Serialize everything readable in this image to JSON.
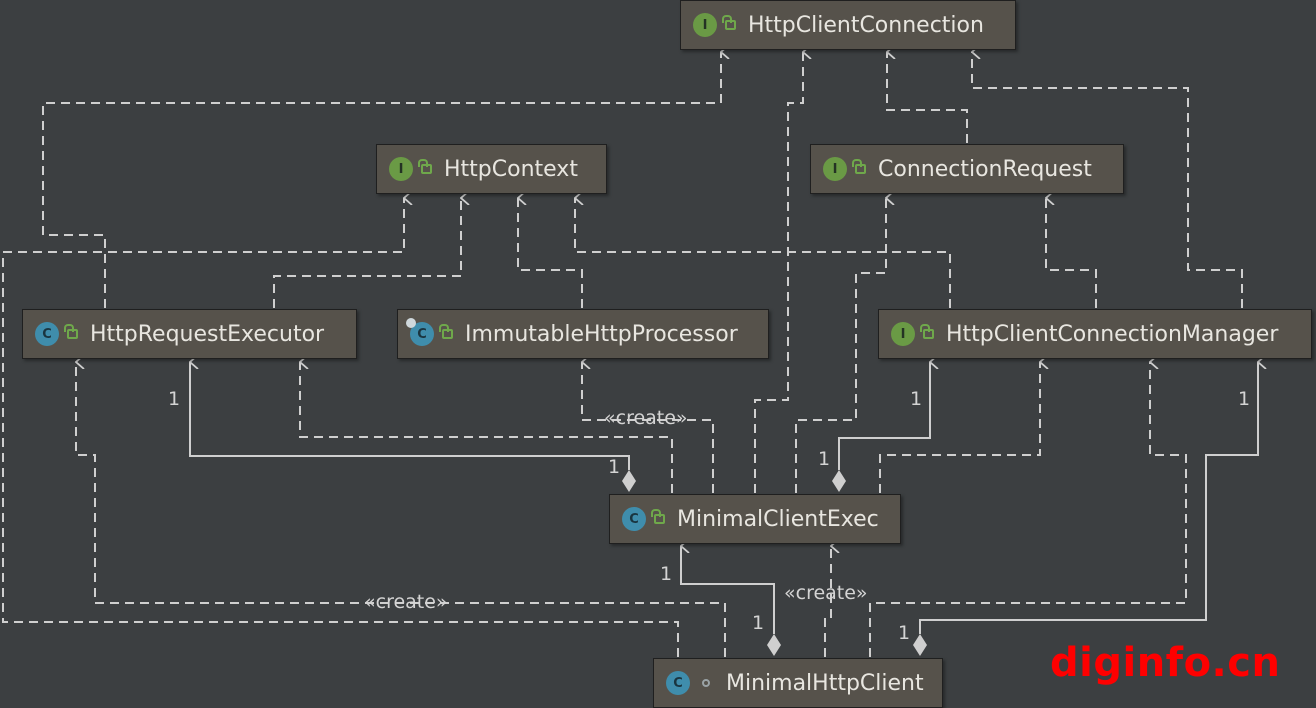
{
  "nodes": {
    "http_client_connection": {
      "label": "HttpClientConnection",
      "badge": "I"
    },
    "http_context": {
      "label": "HttpContext",
      "badge": "I"
    },
    "connection_request": {
      "label": "ConnectionRequest",
      "badge": "I"
    },
    "http_request_executor": {
      "label": "HttpRequestExecutor",
      "badge": "C"
    },
    "immutable_http_processor": {
      "label": "ImmutableHttpProcessor",
      "badge": "C"
    },
    "http_client_connection_manager": {
      "label": "HttpClientConnectionManager",
      "badge": "I"
    },
    "minimal_client_exec": {
      "label": "MinimalClientExec",
      "badge": "C"
    },
    "minimal_http_client": {
      "label": "MinimalHttpClient",
      "badge": "C"
    }
  },
  "edge_labels": {
    "create_1": "«create»",
    "create_2": "«create»",
    "create_3": "«create»",
    "mult_exec_executor_target": "1",
    "mult_exec_executor_source": "1",
    "mult_exec_manager_target": "1",
    "mult_exec_manager_source": "1",
    "mult_client_exec_target": "1",
    "mult_client_exec_source": "1",
    "mult_client_manager_target": "1",
    "mult_client_manager_source": "1"
  },
  "colors": {
    "background": "#3c3f41",
    "box": "#56524b",
    "line": "#cfcfcf",
    "interface_badge": "#6a9a45",
    "class_badge": "#3f8dac",
    "watermark": "#ff0000"
  },
  "watermark": "diginfo.cn"
}
